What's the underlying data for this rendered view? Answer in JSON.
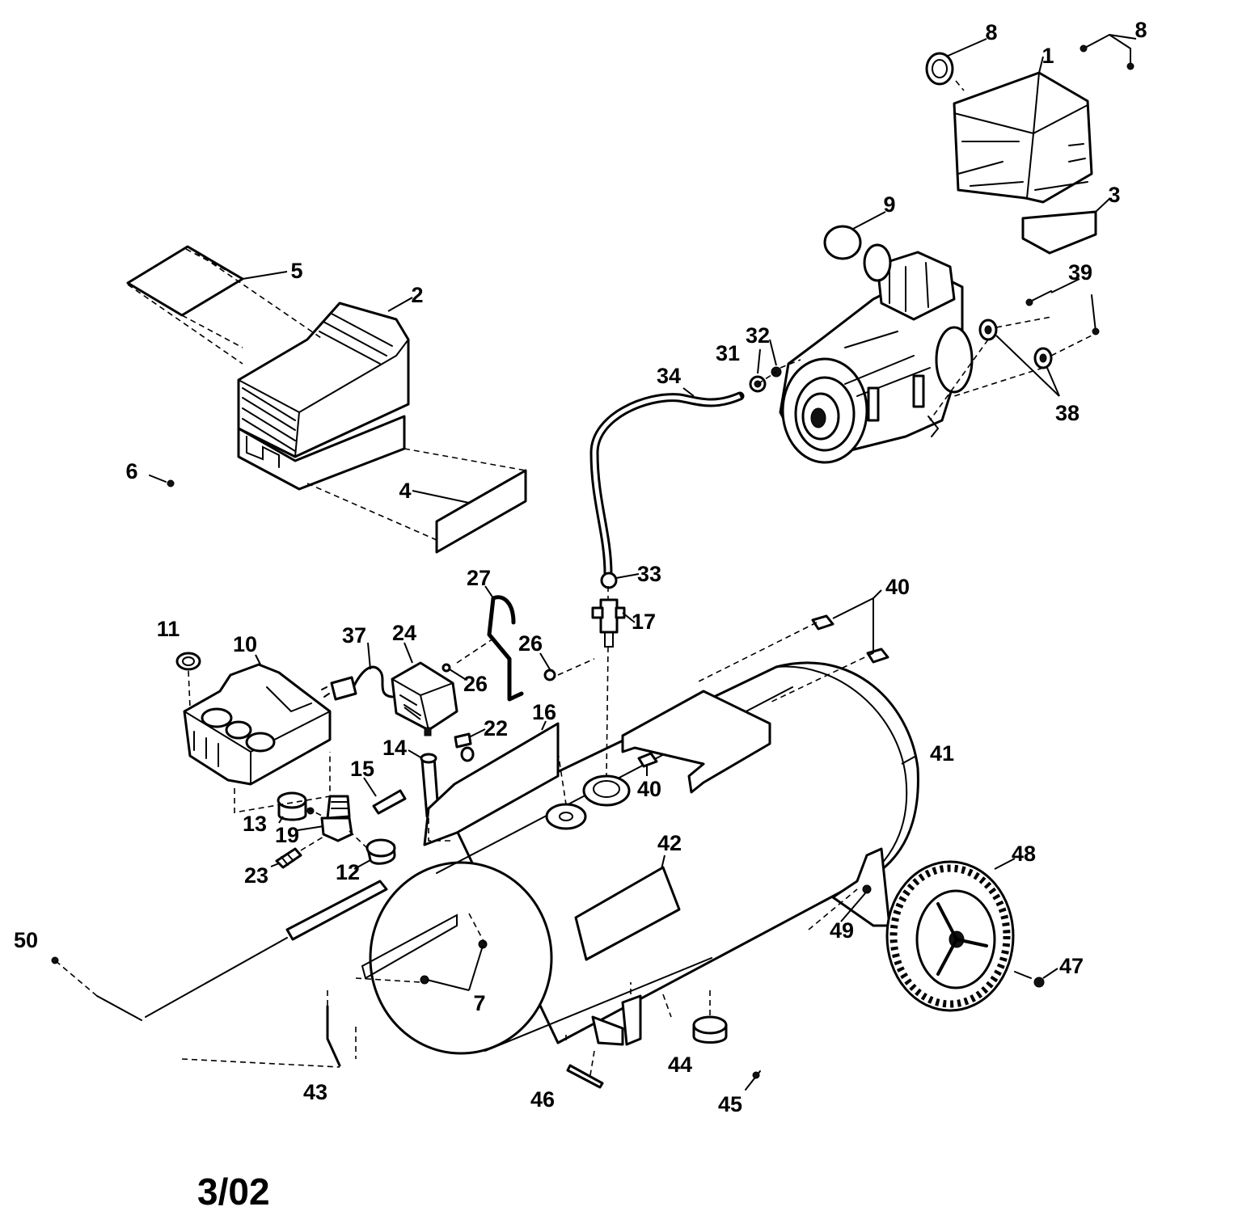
{
  "footer": {
    "date_code": "3/02"
  },
  "callouts": {
    "c1": "1",
    "c2": "2",
    "c3": "3",
    "c4": "4",
    "c5": "5",
    "c6": "6",
    "c7": "7",
    "c8a": "8",
    "c8b": "8",
    "c9": "9",
    "c10": "10",
    "c11": "11",
    "c12": "12",
    "c13": "13",
    "c14": "14",
    "c15": "15",
    "c16": "16",
    "c17": "17",
    "c19": "19",
    "c22": "22",
    "c23": "23",
    "c24": "24",
    "c26a": "26",
    "c26b": "26",
    "c27": "27",
    "c31": "31",
    "c32": "32",
    "c33": "33",
    "c34": "34",
    "c37": "37",
    "c38": "38",
    "c39": "39",
    "c40a": "40",
    "c40b": "40",
    "c41": "41",
    "c42": "42",
    "c43": "43",
    "c44": "44",
    "c45": "45",
    "c46": "46",
    "c47": "47",
    "c48": "48",
    "c49": "49",
    "c50": "50"
  }
}
